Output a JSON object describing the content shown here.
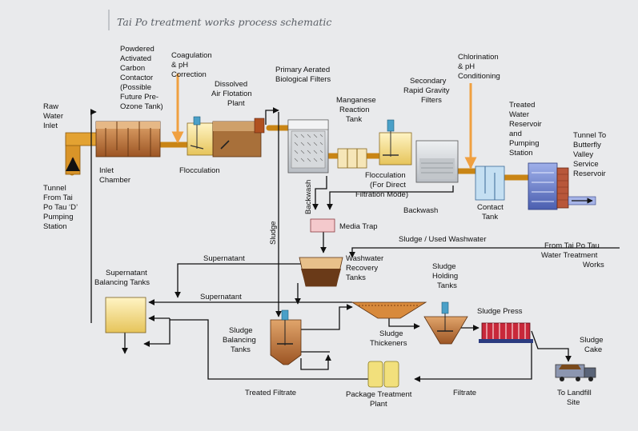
{
  "title": "Tai Po treatment works process schematic",
  "labels": {
    "raw_water_inlet": [
      "Raw",
      "Water",
      "Inlet"
    ],
    "tunnel_from": [
      "Tunnel",
      "From Tai",
      "Po Tau ‘D’",
      "Pumping",
      "Station"
    ],
    "pac_contactor": [
      "Powdered",
      "Activated",
      "Carbon",
      "Contactor",
      "(Possible",
      "Future Pre-",
      "Ozone Tank)"
    ],
    "coagulation": [
      "Coagulation",
      "& pH",
      "Correction"
    ],
    "daf_plant": [
      "Dissolved",
      "Air Flotation",
      "Plant"
    ],
    "primary_filters": [
      "Primary Aerated",
      "Biological Filters"
    ],
    "manganese_tank": [
      "Manganese",
      "Reaction",
      "Tank"
    ],
    "secondary_filters": [
      "Secondary",
      "Rapid Gravity",
      "Filters"
    ],
    "chlorination": [
      "Chlorination",
      "& pH",
      "Conditioning"
    ],
    "treated_reservoir": [
      "Treated",
      "Water",
      "Reservoir",
      "and",
      "Pumping",
      "Station"
    ],
    "tunnel_to": [
      "Tunnel To",
      "Butterfly",
      "Valley",
      "Service",
      "Reservoir"
    ],
    "inlet_chamber": [
      "Inlet",
      "Chamber"
    ],
    "flocculation_1": "Flocculation",
    "flocculation_2": [
      "Flocculation",
      "(For Direct",
      "Filtration Mode)"
    ],
    "contact_tank": [
      "Contact",
      "Tank"
    ],
    "backwash_vertical": "Backwash",
    "backwash_horizontal": "Backwash",
    "media_trap": "Media Trap",
    "sludge_used_washwater": "Sludge / Used Washwater",
    "from_tai_po_tau": [
      "From Tai Po Tau",
      "Water Treatment",
      "Works"
    ],
    "sludge_vertical": "Sludge",
    "supernatant_1": "Supernatant",
    "supernatant_2": "Supernatant",
    "washwater_recovery": [
      "Washwater",
      "Recovery",
      "Tanks"
    ],
    "supernatant_balancing": [
      "Supernatant",
      "Balancing Tanks"
    ],
    "sludge_holding": [
      "Sludge",
      "Holding",
      "Tanks"
    ],
    "sludge_press": "Sludge Press",
    "sludge_balancing": [
      "Sludge",
      "Balancing",
      "Tanks"
    ],
    "sludge_thickeners": [
      "Sludge",
      "Thickeners"
    ],
    "sludge_cake": [
      "Sludge",
      "Cake"
    ],
    "treated_filtrate": "Treated Filtrate",
    "package_plant": [
      "Package Treatment",
      "Plant"
    ],
    "filtrate": "Filtrate",
    "to_landfill": [
      "To Landfill",
      "Site"
    ]
  },
  "colors": {
    "background": "#e9eaec",
    "pipe": "#c98515",
    "chemical_dose_arrow": "#f0a040",
    "tank_brown": "#b86a2e",
    "water_yellow": "#f6e8a8",
    "filter_grey": "#cfd3d6",
    "reservoir_blue": "#6a7fc8",
    "brick": "#b8573a"
  }
}
